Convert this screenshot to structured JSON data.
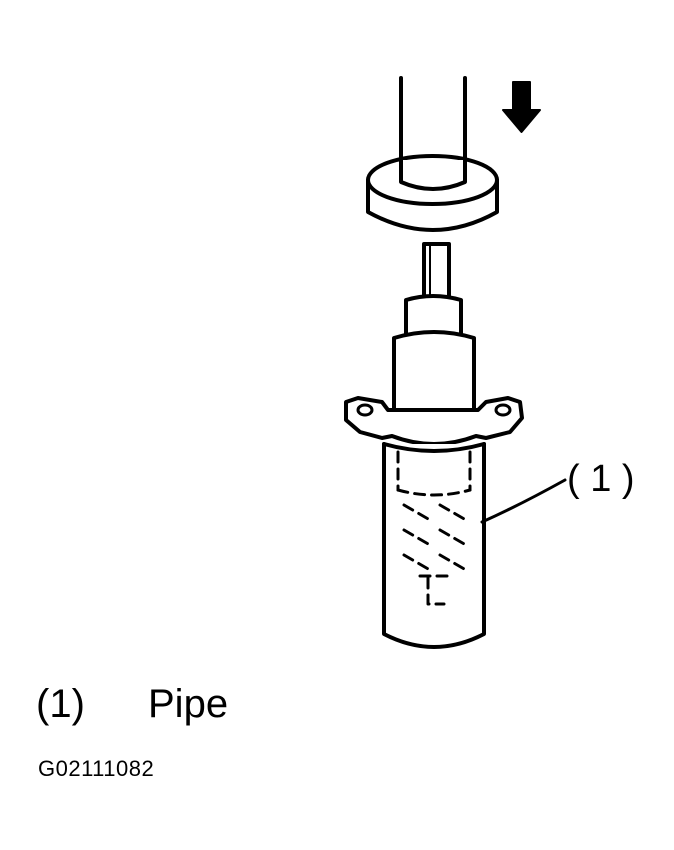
{
  "callouts": [
    {
      "ref": "( 1 )"
    }
  ],
  "legend": [
    {
      "ref": "(1)",
      "label": "Pipe"
    }
  ],
  "figure_code": "G02111082",
  "colors": {
    "line": "#000000",
    "background": "#ffffff"
  },
  "icons": {
    "press_direction": "down-arrow-icon"
  }
}
